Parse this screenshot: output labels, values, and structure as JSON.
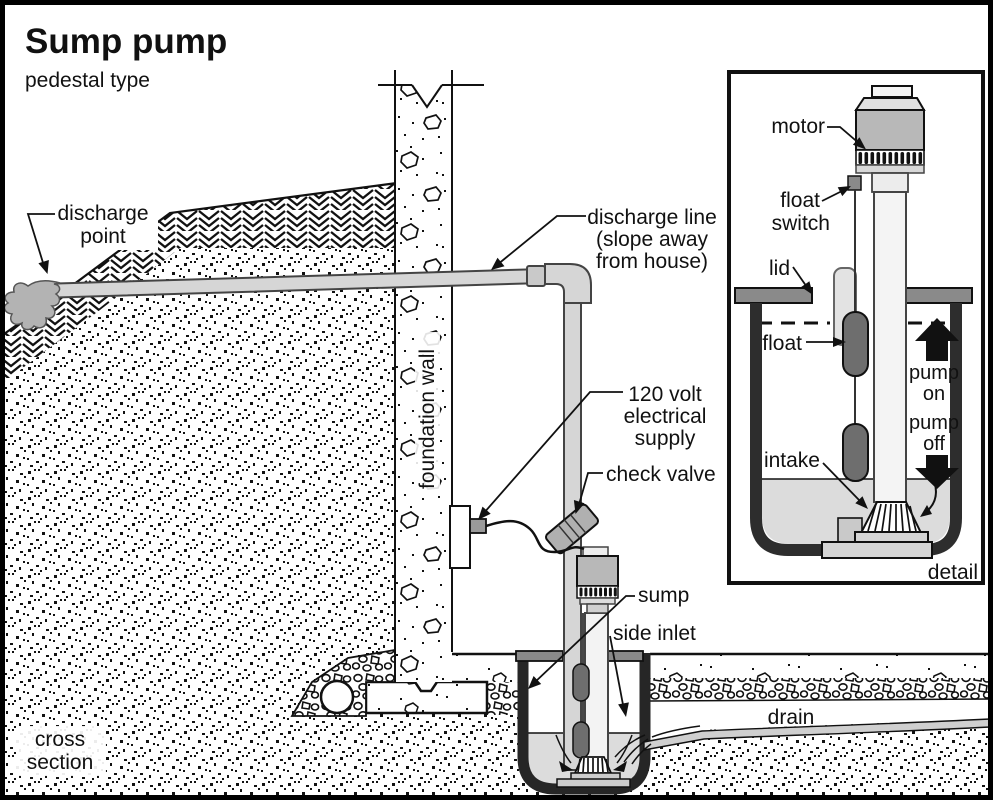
{
  "title": "Sump pump",
  "subtitle": "pedestal type",
  "section_note": [
    "cross",
    "section"
  ],
  "labels": {
    "discharge_point": [
      "discharge",
      "point"
    ],
    "discharge_line": [
      "discharge line",
      "(slope away",
      "from house)"
    ],
    "foundation_wall": "foundation wall",
    "electrical_supply": [
      "120 volt",
      "electrical",
      "supply"
    ],
    "check_valve": "check valve",
    "sump": "sump",
    "side_inlet": "side inlet",
    "drain": "drain"
  },
  "inset": {
    "caption": "detail",
    "labels": {
      "motor": "motor",
      "float_switch": [
        "float",
        "switch"
      ],
      "lid": "lid",
      "float": "float",
      "pump_on": [
        "pump",
        "on"
      ],
      "pump_off": [
        "pump",
        "off"
      ],
      "intake": "intake"
    }
  },
  "colors": {
    "line": "#111111",
    "pipe": "#d6d6d6",
    "metal": "#b8b8b8",
    "lid": "#8a8a8a",
    "float": "#6e6e6e",
    "water": "#dcdcdc",
    "tank_wall": "#2d2d2d",
    "splash": "#b3b3b3"
  }
}
